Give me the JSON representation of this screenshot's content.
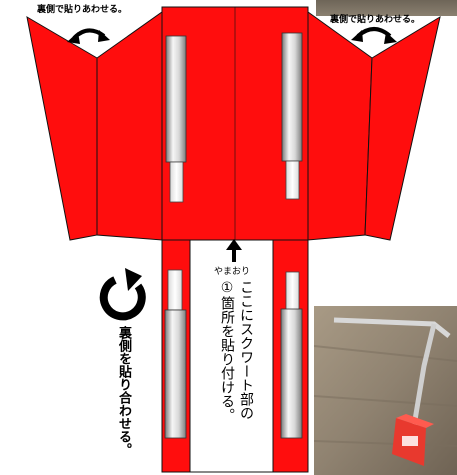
{
  "labels": {
    "glue_back_left": "裏側で貼りあわせる。",
    "glue_back_right": "裏側で貼りあわせる。",
    "mountain_fold": "やまおり",
    "instruction_line1": "ここにスクワート部の",
    "instruction_line2": "①箇所を貼り付ける。",
    "glue_together_vertical": "裏側を貼り合わせる。"
  },
  "colors": {
    "panel_red": "#ff0d0d",
    "outline": "#1a1a1a",
    "tube_light": "#f4f4f4",
    "tube_dark": "#8a8a8a"
  },
  "icons": {
    "curved_arrow_left": "curved-double-arrow-icon",
    "curved_arrow_right": "curved-double-arrow-icon",
    "rotate_arrow": "rotate-arrow-icon",
    "up_arrow": "up-arrow-icon"
  }
}
